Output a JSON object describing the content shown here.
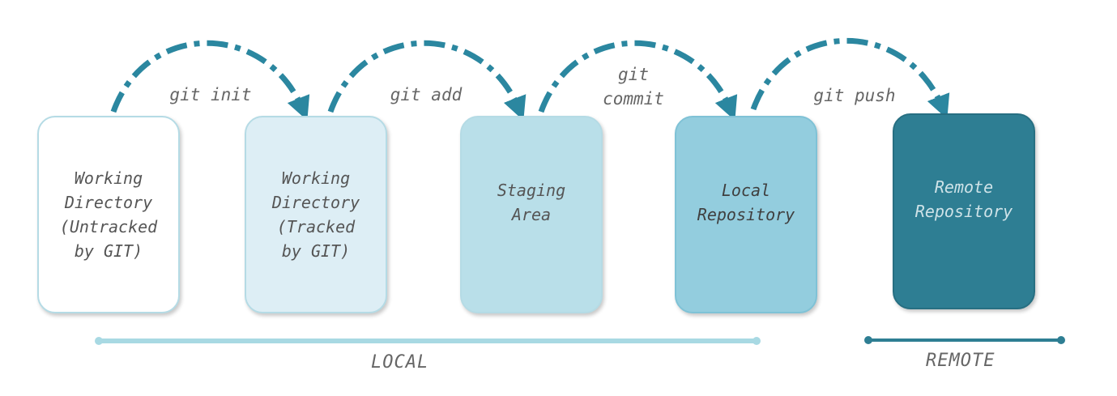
{
  "stages": [
    {
      "lines": [
        "Working",
        "Directory",
        "(Untracked",
        "by GIT)"
      ],
      "fill": "#ffffff",
      "text_color": "#555555"
    },
    {
      "lines": [
        "Working",
        "Directory",
        "(Tracked",
        "by GIT)"
      ],
      "fill": "#ddeef5",
      "text_color": "#555555"
    },
    {
      "lines": [
        "Staging",
        "Area"
      ],
      "fill": "#b9dfe9",
      "text_color": "#555555"
    },
    {
      "lines": [
        "Local",
        "Repository"
      ],
      "fill": "#93cdde",
      "text_color": "#3f3f3f"
    },
    {
      "lines": [
        "Remote",
        "Repository"
      ],
      "fill": "#2e7e93",
      "text_color": "#cfe3e8"
    }
  ],
  "commands": [
    {
      "lines": [
        "git init"
      ]
    },
    {
      "lines": [
        "git add"
      ]
    },
    {
      "lines": [
        "git",
        "commit"
      ]
    },
    {
      "lines": [
        "git push"
      ]
    }
  ],
  "groups": {
    "local": "LOCAL",
    "remote": "REMOTE"
  },
  "colors": {
    "arrow": "#2b87a0",
    "local_bar": "#a8d9e3",
    "remote_bar": "#2e7e93"
  }
}
